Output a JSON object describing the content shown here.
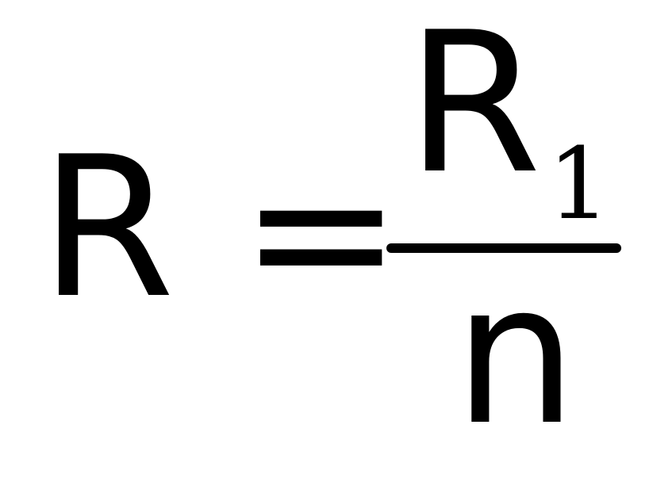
{
  "formula": {
    "lhs": "R",
    "operator": "=",
    "numerator": {
      "base": "R",
      "subscript": "1"
    },
    "denominator": "n"
  },
  "colors": {
    "text": "#000000",
    "background": "#ffffff"
  }
}
